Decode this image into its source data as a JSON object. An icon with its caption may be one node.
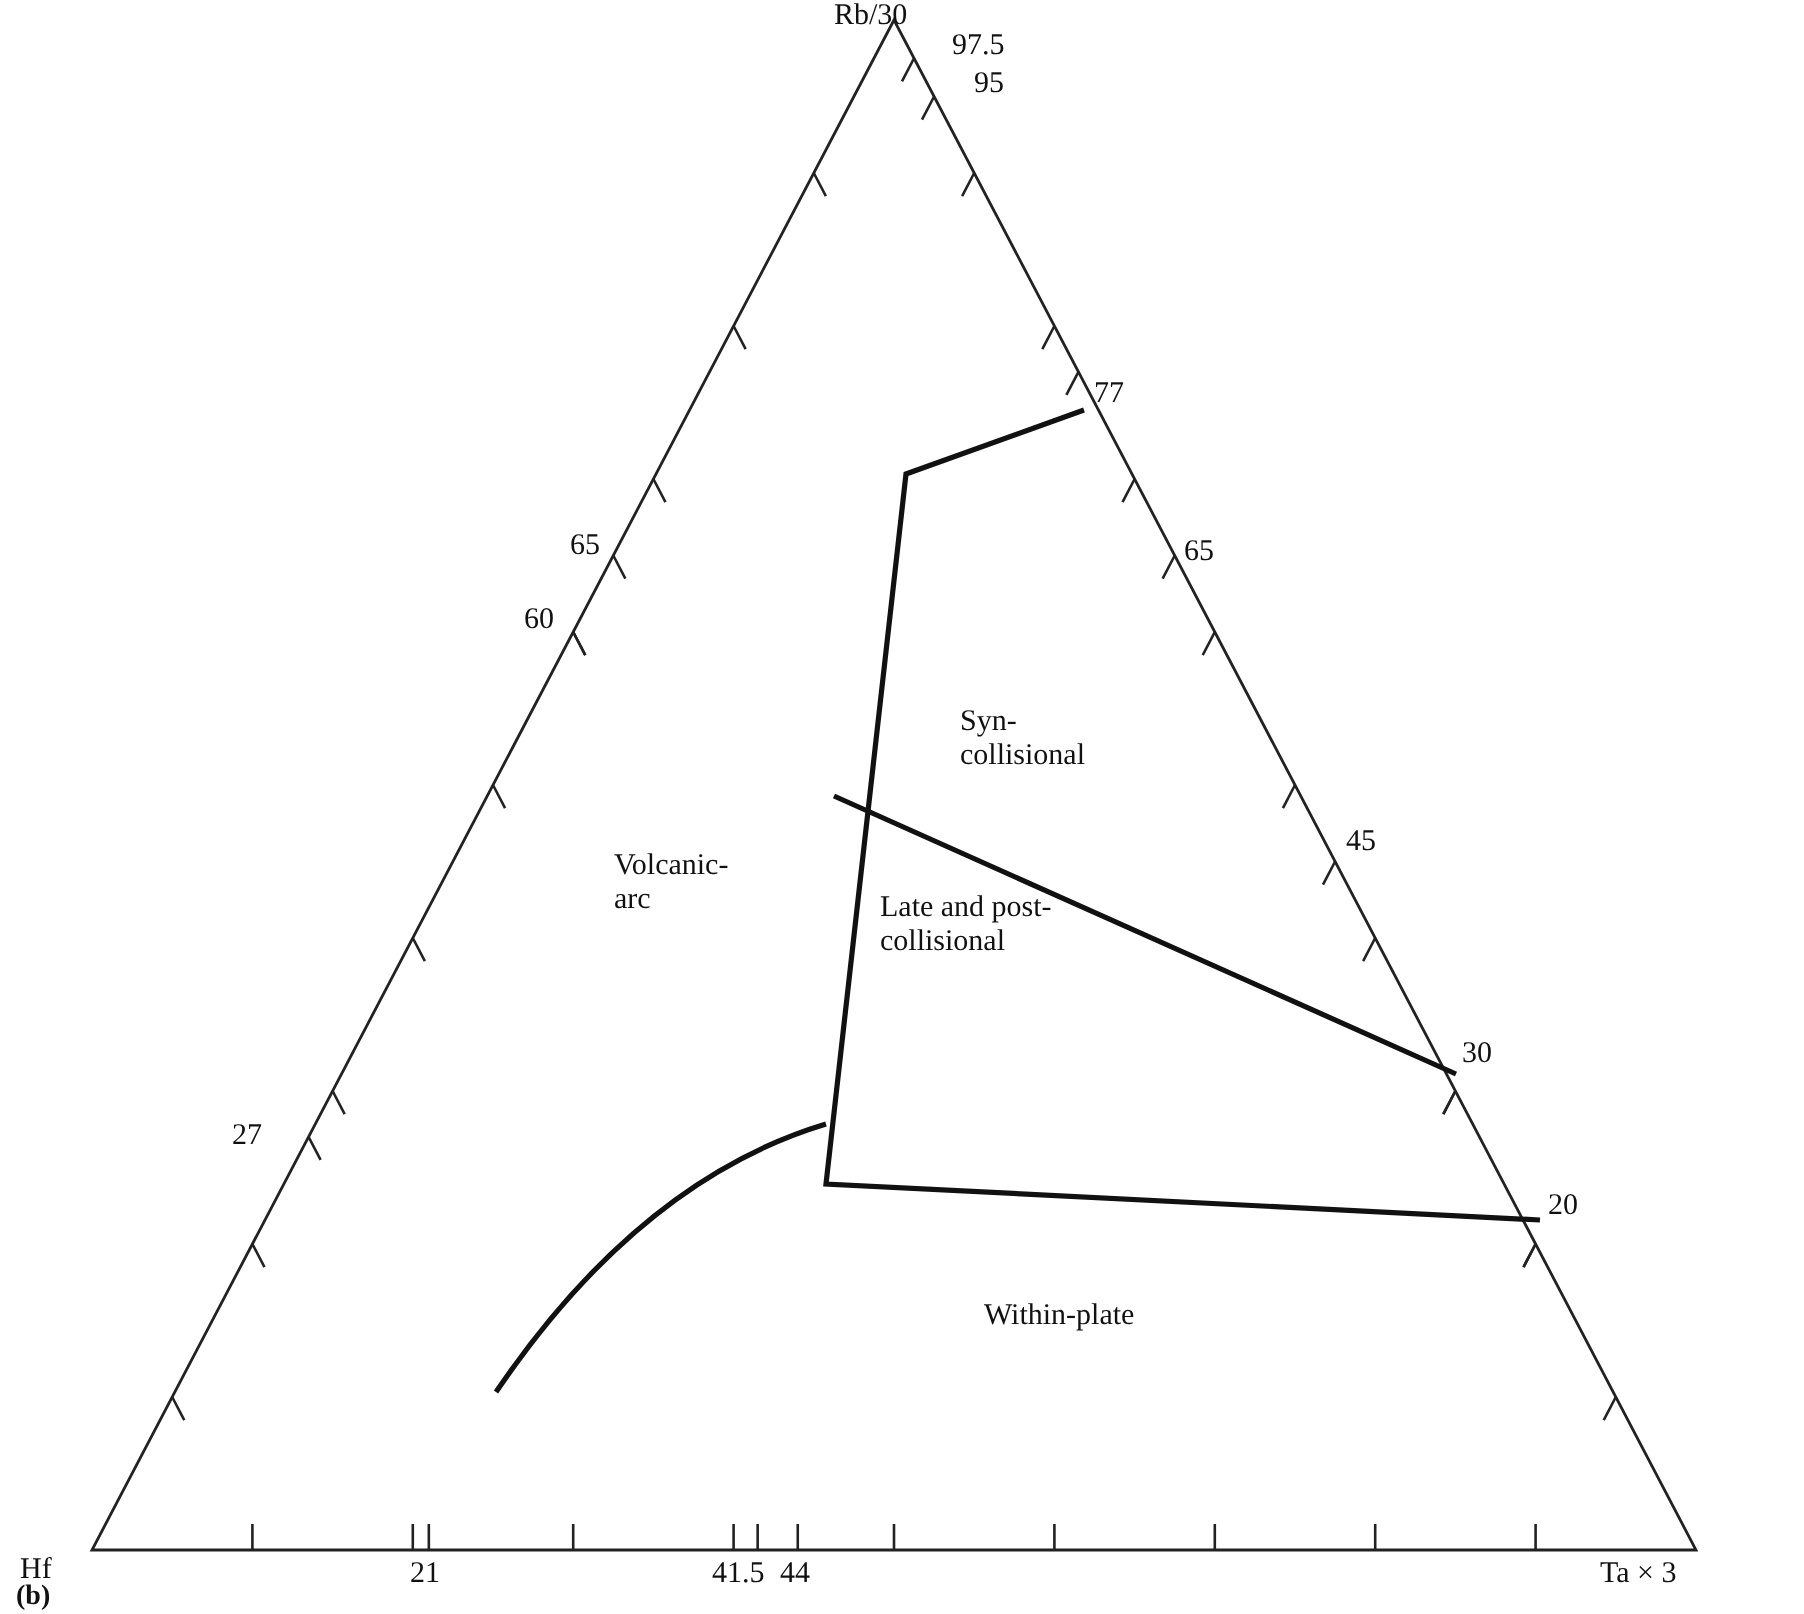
{
  "diagram": {
    "labels": [
      "Rb/30",
      "97.5",
      "95",
      "77",
      "65",
      "65",
      "60",
      "Syn- collisional",
      "45",
      "Volcanic- arc",
      "Late and post- collisional",
      "30",
      "27",
      "20",
      "Within-plate",
      "Hf",
      "21",
      "41.5",
      "44",
      "Ta × 3",
      "(b)"
    ]
  }
}
